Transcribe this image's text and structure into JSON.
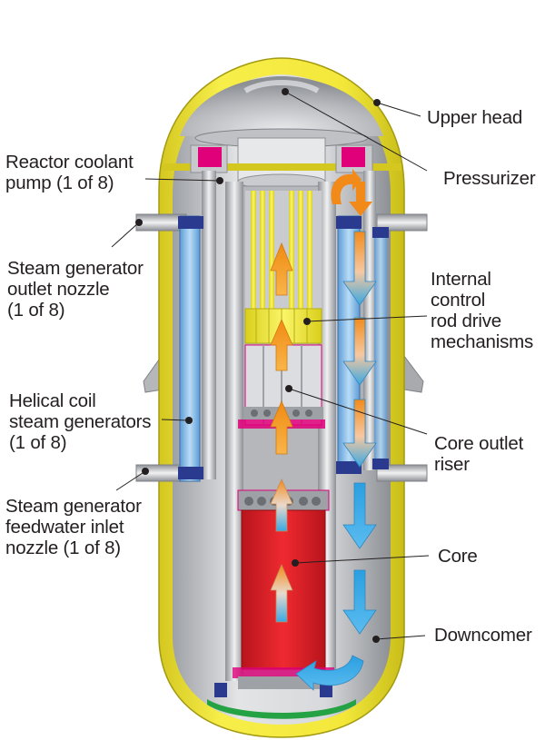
{
  "labels": {
    "upper_head": "Upper head",
    "pressurizer": "Pressurizer",
    "reactor_coolant_pump": [
      "Reactor coolant",
      "pump (1 of 8)"
    ],
    "sg_outlet_nozzle": [
      "Steam generator",
      "outlet nozzle",
      "(1 of 8)"
    ],
    "internal_crdm": [
      "Internal",
      "control",
      "rod drive",
      "mechanisms"
    ],
    "helical_coil_sg": [
      "Helical coil",
      "steam generators",
      "(1 of 8)"
    ],
    "core_outlet_riser": [
      "Core outlet",
      "riser"
    ],
    "sg_feedwater_inlet": [
      "Steam generator",
      "feedwater inlet",
      "nozzle  (1 of 8)"
    ],
    "core": "Core",
    "downcomer": "Downcomer"
  },
  "colors": {
    "vessel_shell": "#f2e830",
    "vessel_interior": "#c9cbce",
    "core": "#e5202a",
    "flow_hot": "#f39a1e",
    "flow_cold": "#3aa8e2",
    "steam_generator": "#8fc3ec",
    "pump": "#e0007a",
    "control_rods": "#f4ea3a",
    "bottom_plate": "#25a244"
  }
}
